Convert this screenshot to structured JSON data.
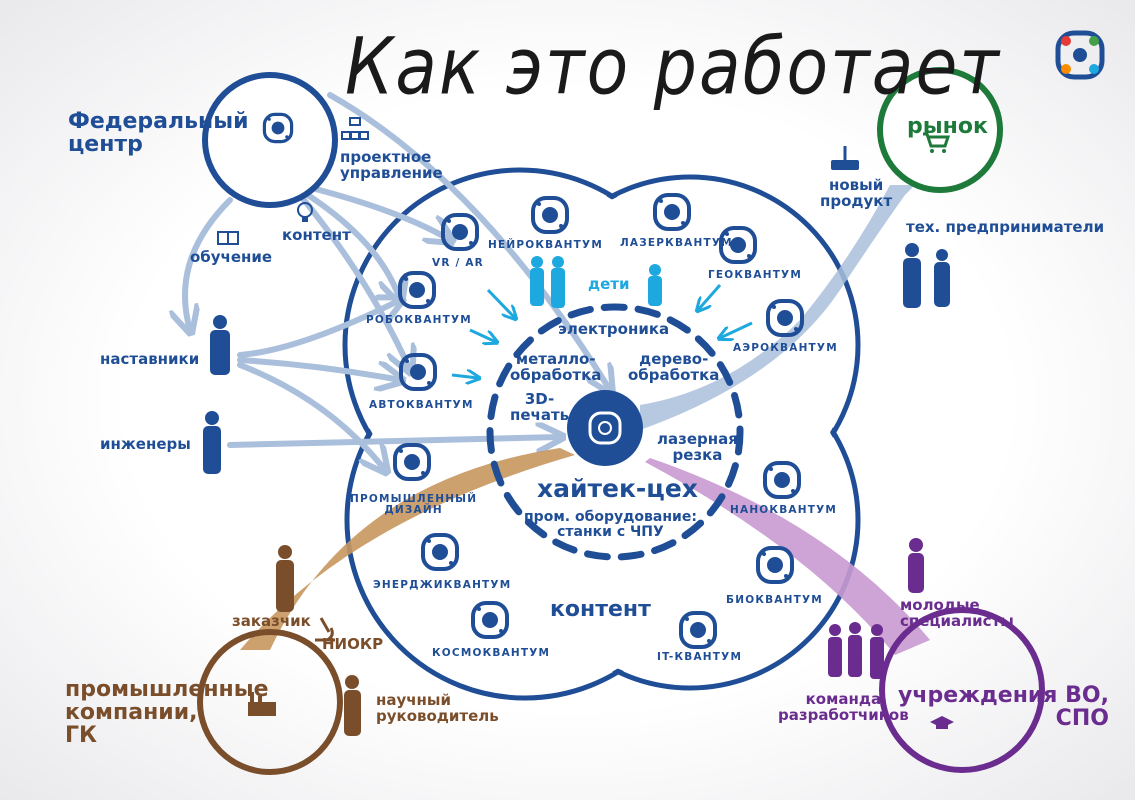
{
  "title": "Как это работает",
  "nodes": {
    "federal": {
      "line1": "Федеральный",
      "line2": "центр"
    },
    "market": {
      "label": "рынок"
    },
    "industry": {
      "line1": "промышленные",
      "line2": "компании,",
      "line3": "ГК"
    },
    "universities": {
      "line1": "учреждения ВО,",
      "line2": "СПО"
    }
  },
  "labels": {
    "project_mgmt": {
      "line1": "проектное",
      "line2": "управление"
    },
    "content_left": "контент",
    "training": "обучение",
    "mentors": "наставники",
    "engineers": "инженеры",
    "children": "дети",
    "electronics": "электроника",
    "metal": {
      "line1": "металло-",
      "line2": "обработка"
    },
    "wood": {
      "line1": "дерево-",
      "line2": "обработка"
    },
    "print3d": {
      "line1": "3D-",
      "line2": "печать"
    },
    "laser_cut": {
      "line1": "лазерная",
      "line2": "резка"
    },
    "hitech": "хайтек-цех",
    "equipment": {
      "line1": "пром. оборудование:",
      "line2": "станки с ЧПУ"
    },
    "content_center": "контент",
    "new_product": {
      "line1": "новый",
      "line2": "продукт"
    },
    "entrepreneurs": "тех. предприниматели",
    "customer": "заказчик",
    "rnd": "НИОКР",
    "supervisor": {
      "line1": "научный",
      "line2": "руководитель"
    },
    "young_specialists": {
      "line1": "молодые",
      "line2": "специалисты"
    },
    "dev_team": {
      "line1": "команда",
      "line2": "разработчиков"
    }
  },
  "kvantums": {
    "vrar": "VR / AR",
    "neuro": "НЕЙРОКВАНТУМ",
    "laser": "ЛАЗЕРКВАНТУМ",
    "geo": "ГЕОКВАНТУМ",
    "aero": "АЭРОКВАНТУМ",
    "robo": "РОБОКВАНТУМ",
    "auto": "АВТОКВАНТУМ",
    "design": {
      "line1": "ПРОМЫШЛЕННЫЙ",
      "line2": "ДИЗАЙН"
    },
    "energy": "ЭНЕРДЖИКВАНТУМ",
    "cosmo": "КОСМОКВАНТУМ",
    "it": "IT-КВАНТУМ",
    "bio": "БИОКВАНТУМ",
    "nano": "НАНОКВАНТУМ"
  },
  "colors": {
    "blue": "#1f4e96",
    "light_blue": "#a9bfdc",
    "cyan": "#1ea8e0",
    "green": "#1e7a3a",
    "brown": "#7a4e2a",
    "tan": "#c8975e",
    "purple": "#6a2c8e",
    "light_purple": "#c89ad0"
  }
}
